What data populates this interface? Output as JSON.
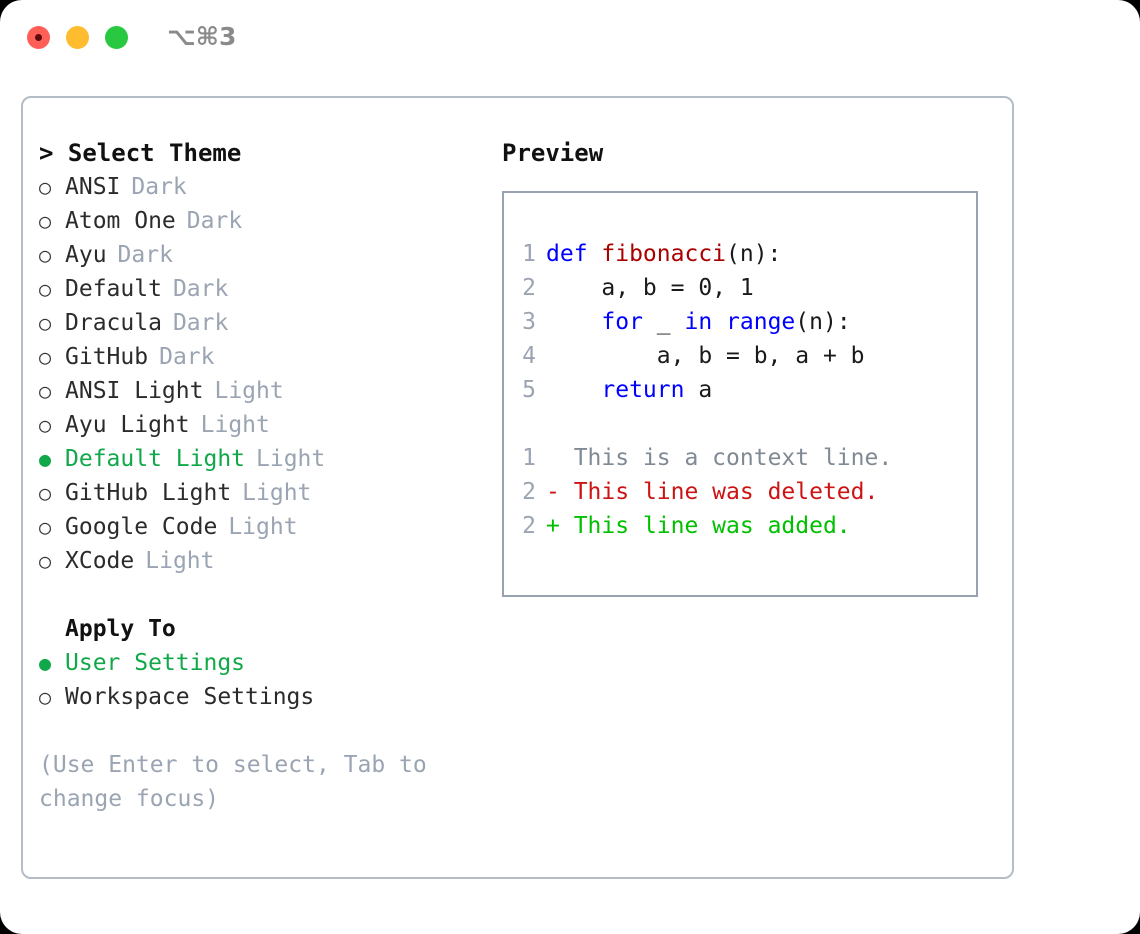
{
  "window": {
    "shortcut": "⌥⌘3",
    "traffic_lights": [
      {
        "name": "close",
        "color": "#ff5f57"
      },
      {
        "name": "minimize",
        "color": "#febc2e"
      },
      {
        "name": "maximize",
        "color": "#28c840"
      }
    ]
  },
  "colors": {
    "selected_green": "#11a84a",
    "muted_gray": "#9aa4b2",
    "keyword_blue": "#0000ff",
    "function_red": "#aa0000",
    "diff_delete_red": "#cc1414",
    "diff_add_green": "#00c000",
    "panel_border": "#b4bcc6",
    "preview_border": "#98a2b0"
  },
  "theme_list": {
    "header": "> Select Theme",
    "items": [
      {
        "marker": "○",
        "label": "ANSI",
        "suffix": "Dark",
        "selected": false
      },
      {
        "marker": "○",
        "label": "Atom One",
        "suffix": "Dark",
        "selected": false
      },
      {
        "marker": "○",
        "label": "Ayu",
        "suffix": "Dark",
        "selected": false
      },
      {
        "marker": "○",
        "label": "Default",
        "suffix": "Dark",
        "selected": false
      },
      {
        "marker": "○",
        "label": "Dracula",
        "suffix": "Dark",
        "selected": false
      },
      {
        "marker": "○",
        "label": "GitHub",
        "suffix": "Dark",
        "selected": false
      },
      {
        "marker": "○",
        "label": "ANSI Light",
        "suffix": "Light",
        "selected": false
      },
      {
        "marker": "○",
        "label": "Ayu Light",
        "suffix": "Light",
        "selected": false
      },
      {
        "marker": "●",
        "label": "Default Light",
        "suffix": "Light",
        "selected": true
      },
      {
        "marker": "○",
        "label": "GitHub Light",
        "suffix": "Light",
        "selected": false
      },
      {
        "marker": "○",
        "label": "Google Code",
        "suffix": "Light",
        "selected": false
      },
      {
        "marker": "○",
        "label": "XCode",
        "suffix": "Light",
        "selected": false
      }
    ]
  },
  "apply_to": {
    "header": "Apply To",
    "items": [
      {
        "marker": "●",
        "label": "User Settings",
        "selected": true
      },
      {
        "marker": "○",
        "label": "Workspace Settings",
        "selected": false
      }
    ]
  },
  "hint": "(Use Enter to select, Tab to change focus)",
  "preview": {
    "title": "Preview",
    "code_lines": [
      {
        "ln": "1",
        "tokens": [
          {
            "t": "def ",
            "c": "kw"
          },
          {
            "t": "fibonacci",
            "c": "fn"
          },
          {
            "t": "(n):",
            "c": "plain"
          }
        ]
      },
      {
        "ln": "2",
        "tokens": [
          {
            "t": "    a, b = 0, 1",
            "c": "plain"
          }
        ]
      },
      {
        "ln": "3",
        "tokens": [
          {
            "t": "    ",
            "c": "plain"
          },
          {
            "t": "for",
            "c": "kw"
          },
          {
            "t": " _ ",
            "c": "plain"
          },
          {
            "t": "in",
            "c": "kw"
          },
          {
            "t": " ",
            "c": "plain"
          },
          {
            "t": "range",
            "c": "kw"
          },
          {
            "t": "(n):",
            "c": "plain"
          }
        ]
      },
      {
        "ln": "4",
        "tokens": [
          {
            "t": "        a, b = b, a + b",
            "c": "plain"
          }
        ]
      },
      {
        "ln": "5",
        "tokens": [
          {
            "t": "    ",
            "c": "plain"
          },
          {
            "t": "return",
            "c": "kw"
          },
          {
            "t": " a",
            "c": "plain"
          }
        ]
      }
    ],
    "diff_lines": [
      {
        "ln": "1",
        "sign": " ",
        "text": " This is a context line.",
        "kind": "ctx"
      },
      {
        "ln": "2",
        "sign": "-",
        "text": " This line was deleted.",
        "kind": "del"
      },
      {
        "ln": "2",
        "sign": "+",
        "text": " This line was added.",
        "kind": "add"
      }
    ]
  }
}
